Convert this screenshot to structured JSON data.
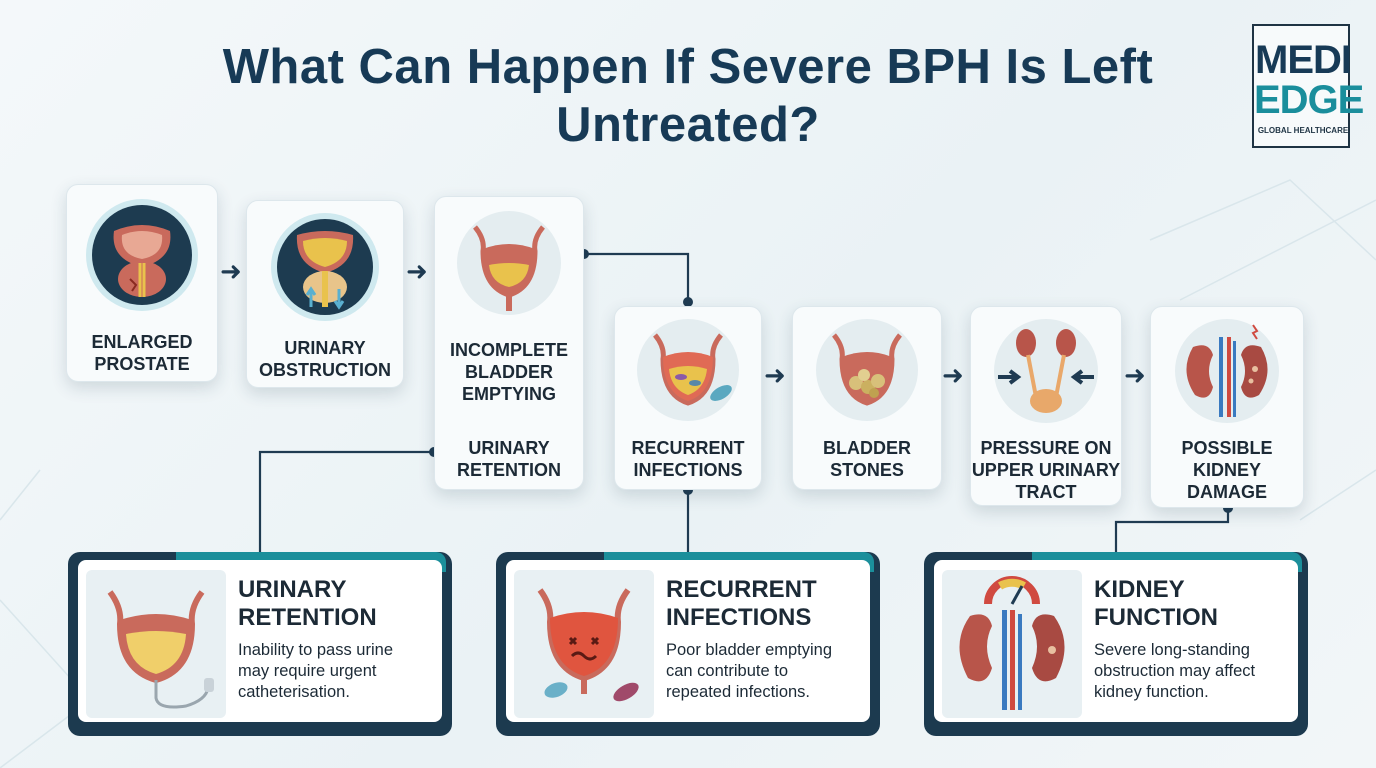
{
  "title": "What Can Happen If Severe BPH Is Left Untreated?",
  "logo": {
    "line1": "MEDI",
    "line2": "EDGE",
    "tagline": "GLOBAL HEALTHCARE"
  },
  "colors": {
    "navy": "#173a56",
    "teal": "#1b8f9b",
    "tissue": "#c96a5c",
    "urine": "#e9c24c"
  },
  "flow": [
    {
      "label": "ENLARGED\nPROSTATE",
      "icon": "enlarged-prostate-icon"
    },
    {
      "label": "URINARY\nOBSTRUCTION",
      "icon": "urinary-obstruction-icon"
    },
    {
      "label": "INCOMPLETE\nBLADDER\nEMPTYING",
      "label2": "URINARY\nRETENTION",
      "icon": "incomplete-bladder-icon"
    },
    {
      "label": "RECURRENT\nINFECTIONS",
      "icon": "infected-bladder-icon"
    },
    {
      "label": "BLADDER\nSTONES",
      "icon": "bladder-stones-icon"
    },
    {
      "label": "PRESSURE ON\nUPPER URINARY\nTRACT",
      "icon": "upper-tract-pressure-icon"
    },
    {
      "label": "POSSIBLE\nKIDNEY\nDAMAGE",
      "icon": "kidney-damage-icon"
    }
  ],
  "panels": [
    {
      "title": "URINARY\nRETENTION",
      "desc": "Inability to pass urine\nmay require urgent\ncatheterisation.",
      "icon": "catheter-bladder-icon"
    },
    {
      "title": "RECURRENT\nINFECTIONS",
      "desc": "Poor bladder emptying\ncan contribute to\nrepeated infections.",
      "icon": "inflamed-bladder-icon"
    },
    {
      "title": "KIDNEY\nFUNCTION",
      "desc": "Severe long-standing\nobstruction may affect\nkidney function.",
      "icon": "kidney-gauge-icon"
    }
  ]
}
